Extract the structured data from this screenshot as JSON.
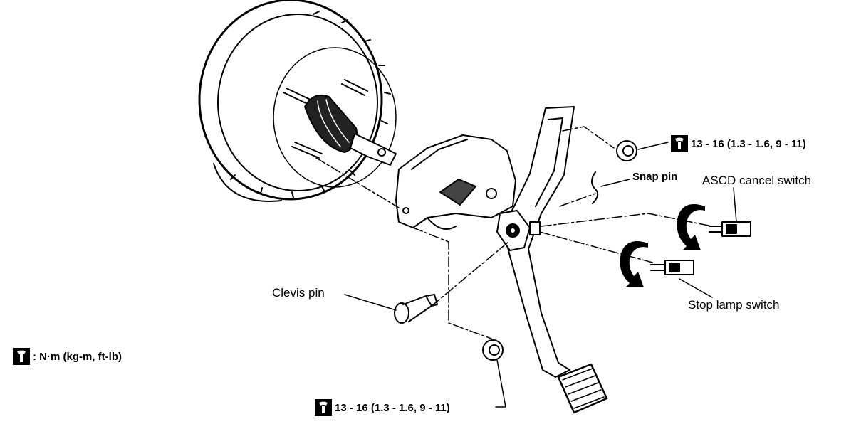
{
  "labels": {
    "torque_top": "13 - 16 (1.3 - 1.6, 9 - 11)",
    "torque_bottom": "13 - 16 (1.3 - 1.6, 9 - 11)",
    "snap_pin": "Snap pin",
    "ascd_cancel_switch": "ASCD cancel switch",
    "stop_lamp_switch": "Stop lamp switch",
    "clevis_pin": "Clevis pin",
    "legend_unit": ": N·m (kg-m, ft-lb)"
  },
  "icons": {
    "torque": "torque-wrench-icon",
    "arrow": "rotate-arrow-icon"
  },
  "colors": {
    "ink": "#000000",
    "paper": "#ffffff"
  }
}
